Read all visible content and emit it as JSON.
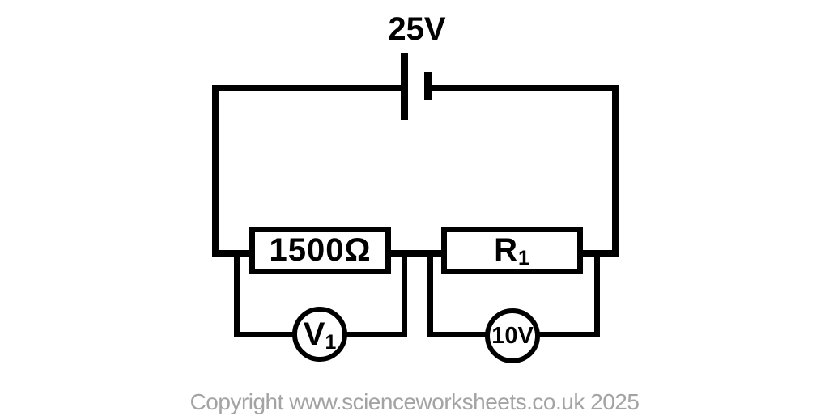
{
  "diagram": {
    "title": "series-circuit-with-battery-two-resistors-and-two-voltmeters",
    "battery": {
      "label": "25V"
    },
    "resistors": [
      {
        "label": "1500Ω"
      },
      {
        "label_main": "R",
        "label_sub": "1"
      }
    ],
    "meters": [
      {
        "label_main": "V",
        "label_sub": "1"
      },
      {
        "label": "10V"
      }
    ],
    "colors": {
      "line": "#000000",
      "background": "#ffffff",
      "copyright_text": "#a3a3a3"
    }
  },
  "footer": {
    "copyright": "Copyright www.scienceworksheets.co.uk 2025"
  }
}
